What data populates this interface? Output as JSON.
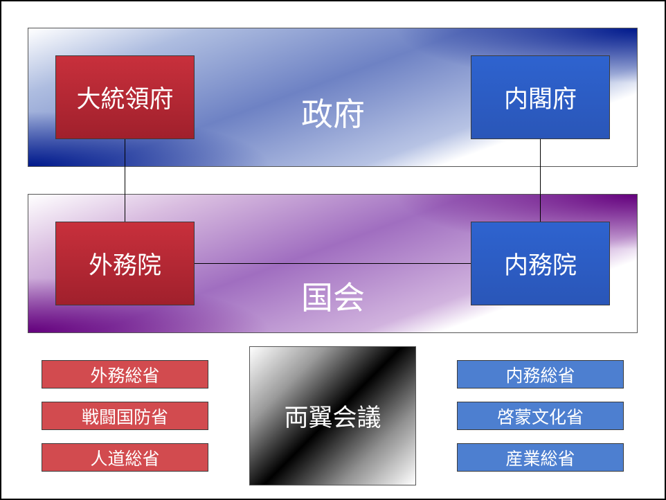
{
  "government": {
    "title": "政府"
  },
  "parliament": {
    "title": "国会"
  },
  "boxes": {
    "president": "大統領府",
    "cabinet": "内閣府",
    "foreign_house": "外務院",
    "interior_house": "内務院"
  },
  "council": "両翼会議",
  "ministries_left": [
    "外務総省",
    "戦闘国防省",
    "人道総省"
  ],
  "ministries_right": [
    "内務総省",
    "啓蒙文化省",
    "産業総省"
  ],
  "colors": {
    "red": "#b02634",
    "blue": "#2e5fc4",
    "government_band": "#1a2f8c",
    "parliament_band": "#6a1482"
  }
}
